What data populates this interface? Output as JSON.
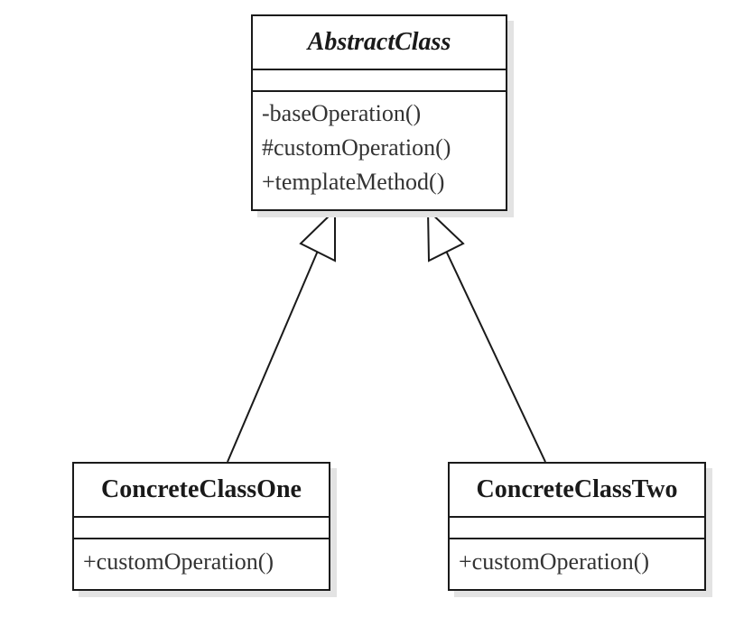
{
  "diagram": {
    "abstract_class": {
      "name": "AbstractClass",
      "attributes": [],
      "operations": [
        "-baseOperation()",
        "#customOperation()",
        "+templateMethod()"
      ]
    },
    "concrete_classes": [
      {
        "name": "ConcreteClassOne",
        "attributes": [],
        "operations": [
          "+customOperation()"
        ]
      },
      {
        "name": "ConcreteClassTwo",
        "attributes": [],
        "operations": [
          "+customOperation()"
        ]
      }
    ],
    "relations": [
      {
        "type": "generalization",
        "from": "ConcreteClassOne",
        "to": "AbstractClass"
      },
      {
        "type": "generalization",
        "from": "ConcreteClassTwo",
        "to": "AbstractClass"
      }
    ],
    "colors": {
      "line": "#1a1a1a",
      "shadow": "#e3e3e3",
      "text": "#333333"
    }
  }
}
